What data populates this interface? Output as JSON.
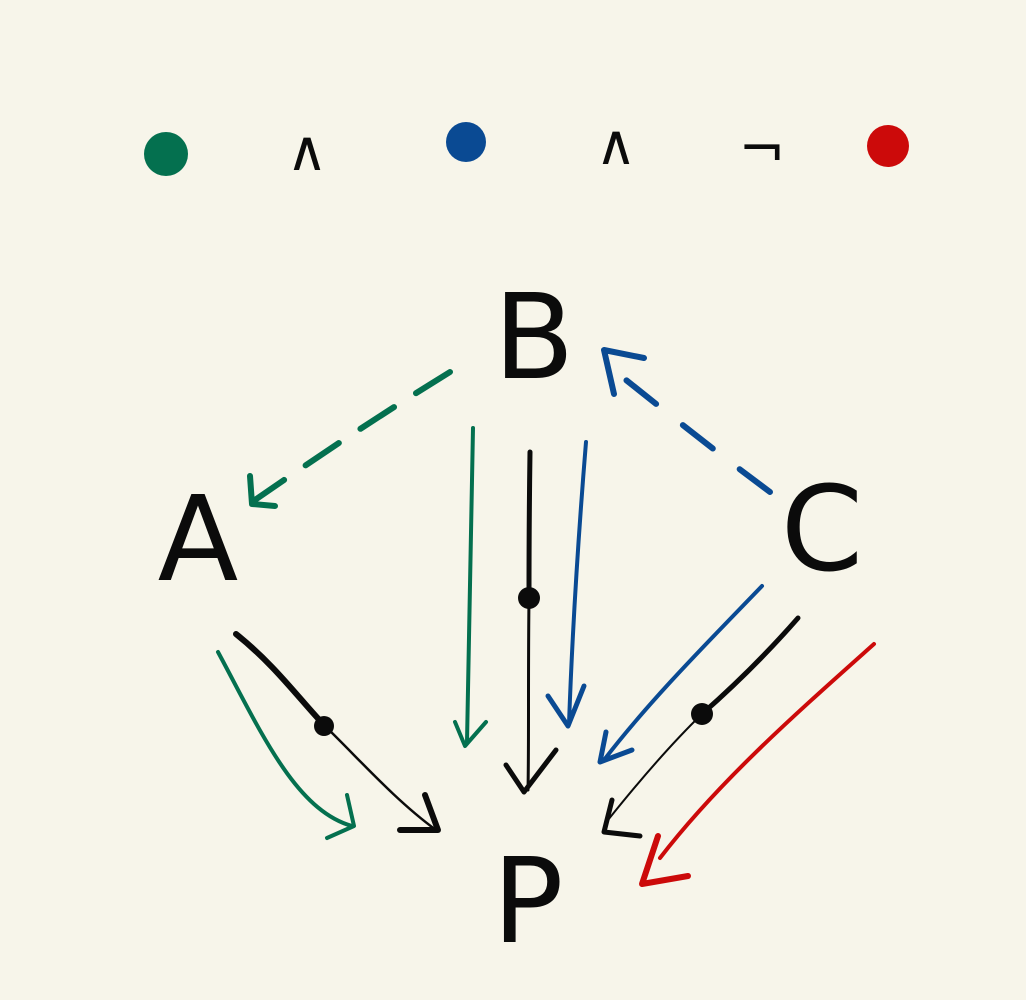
{
  "colors": {
    "background": "#f7f5ea",
    "green": "#04704f",
    "blue": "#0a4a93",
    "red": "#cc0a0a",
    "black": "#0b0b0b"
  },
  "legend": [
    {
      "kind": "dot",
      "color_key": "green",
      "icon": "green-dot-icon"
    },
    {
      "kind": "operator",
      "symbol": "∧",
      "icon": "and-operator-icon"
    },
    {
      "kind": "dot",
      "color_key": "blue",
      "icon": "blue-dot-icon"
    },
    {
      "kind": "operator",
      "symbol": "∧",
      "icon": "and-operator-icon"
    },
    {
      "kind": "operator",
      "symbol": "¬",
      "icon": "not-operator-icon"
    },
    {
      "kind": "dot",
      "color_key": "red",
      "icon": "red-dot-icon"
    }
  ],
  "nodes": {
    "A": "A",
    "B": "B",
    "C": "C",
    "P": "P"
  },
  "edges": [
    {
      "from": "B",
      "to": "A",
      "color_key": "green",
      "style": "dashed",
      "marked": false
    },
    {
      "from": "C",
      "to": "B",
      "color_key": "blue",
      "style": "dashed",
      "marked": false
    },
    {
      "from": "A",
      "to": "P",
      "color_key": "green",
      "style": "solid",
      "marked": false
    },
    {
      "from": "A",
      "to": "P",
      "color_key": "black",
      "style": "solid",
      "marked": true
    },
    {
      "from": "B",
      "to": "P",
      "color_key": "green",
      "style": "solid",
      "marked": false
    },
    {
      "from": "B",
      "to": "P",
      "color_key": "black",
      "style": "solid",
      "marked": true
    },
    {
      "from": "B",
      "to": "P",
      "color_key": "blue",
      "style": "solid",
      "marked": false
    },
    {
      "from": "C",
      "to": "P",
      "color_key": "blue",
      "style": "solid",
      "marked": false
    },
    {
      "from": "C",
      "to": "P",
      "color_key": "black",
      "style": "solid",
      "marked": true
    },
    {
      "from": "C",
      "to": "P",
      "color_key": "red",
      "style": "solid",
      "marked": false
    }
  ]
}
